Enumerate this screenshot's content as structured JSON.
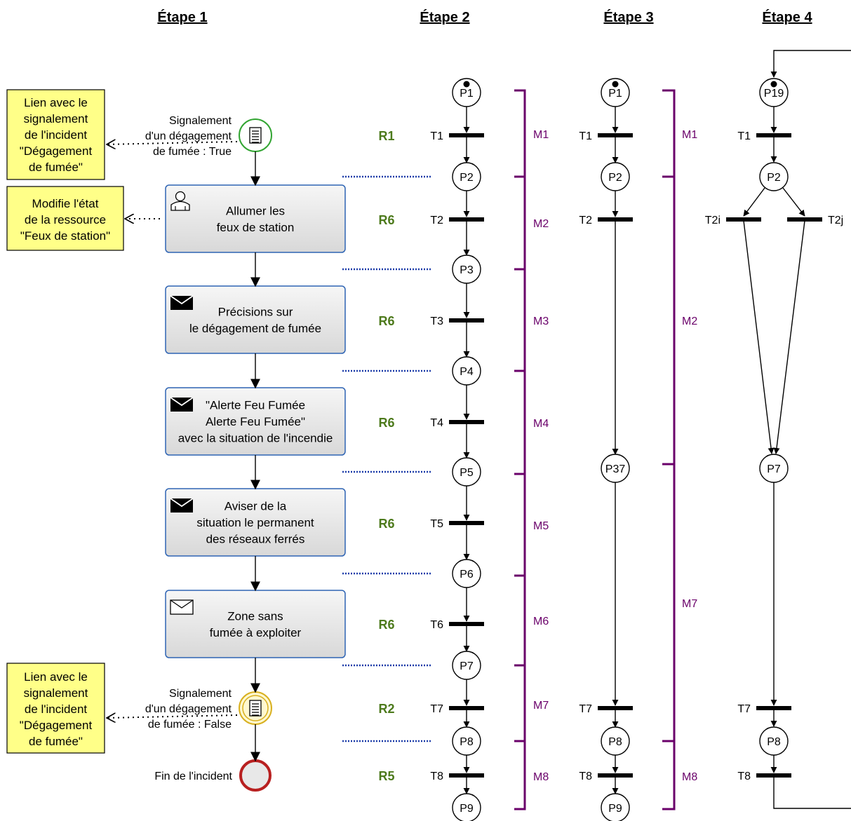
{
  "headers": [
    "Étape 1",
    "Étape 2",
    "Étape 3",
    "Étape 4"
  ],
  "colors": {
    "rule": "#4d7a1c",
    "milestone": "#6a006a",
    "task_stroke": "#2e64b4",
    "note_fill": "#ffff88",
    "start_event": "#33a533",
    "intermediate_event": "#d8b020",
    "end_event": "#b82020",
    "dotted_link": "#1a3aa8"
  },
  "stage1": {
    "notes": [
      [
        "Lien avec le",
        "signalement",
        "de l'incident",
        "\"Dégagement",
        "de fumée\""
      ],
      [
        "Modifie l'état",
        "de la ressource",
        "\"Feux de station\""
      ],
      [
        "Lien avec le",
        "signalement",
        "de l'incident",
        "\"Dégagement",
        "de fumée\""
      ]
    ],
    "start_event_label": [
      "Signalement",
      "d'un dégagement",
      "de fumée : True"
    ],
    "intermediate_event_label": [
      "Signalement",
      "d'un dégagement",
      "de fumée : False"
    ],
    "end_event_label": "Fin de l'incident",
    "tasks": [
      {
        "icon": "user-icon",
        "lines": [
          "Allumer les",
          "feux de station"
        ]
      },
      {
        "icon": "envelope-filled-icon",
        "lines": [
          "Précisions sur",
          "le dégagement de fumée"
        ]
      },
      {
        "icon": "envelope-filled-icon",
        "lines": [
          "\"Alerte Feu Fumée",
          "Alerte Feu Fumée\"",
          "avec la situation de l'incendie"
        ]
      },
      {
        "icon": "envelope-filled-icon",
        "lines": [
          "Aviser de la",
          "situation le permanent",
          "des réseaux ferrés"
        ]
      },
      {
        "icon": "envelope-outline-icon",
        "lines": [
          "Zone sans",
          "fumée à exploiter"
        ]
      }
    ]
  },
  "rules": [
    "R1",
    "R6",
    "R6",
    "R6",
    "R6",
    "R6",
    "R2",
    "R5"
  ],
  "stage2": {
    "places": [
      "P1",
      "P2",
      "P3",
      "P4",
      "P5",
      "P6",
      "P7",
      "P8",
      "P9"
    ],
    "transitions": [
      "T1",
      "T2",
      "T3",
      "T4",
      "T5",
      "T6",
      "T7",
      "T8"
    ],
    "milestones": [
      "M1",
      "M2",
      "M3",
      "M4",
      "M5",
      "M6",
      "M7",
      "M8"
    ]
  },
  "stage3": {
    "places": [
      "P1",
      "P2",
      "P37",
      "P8",
      "P9"
    ],
    "transitions": [
      "T1",
      "T2",
      "T7",
      "T8"
    ],
    "milestones": [
      "M1",
      "M2",
      "M7",
      "M8"
    ]
  },
  "stage4": {
    "places": [
      "P19",
      "P2",
      "P7",
      "P8"
    ],
    "transitions": [
      "T1",
      "T2i",
      "T2j",
      "T7",
      "T8"
    ]
  }
}
